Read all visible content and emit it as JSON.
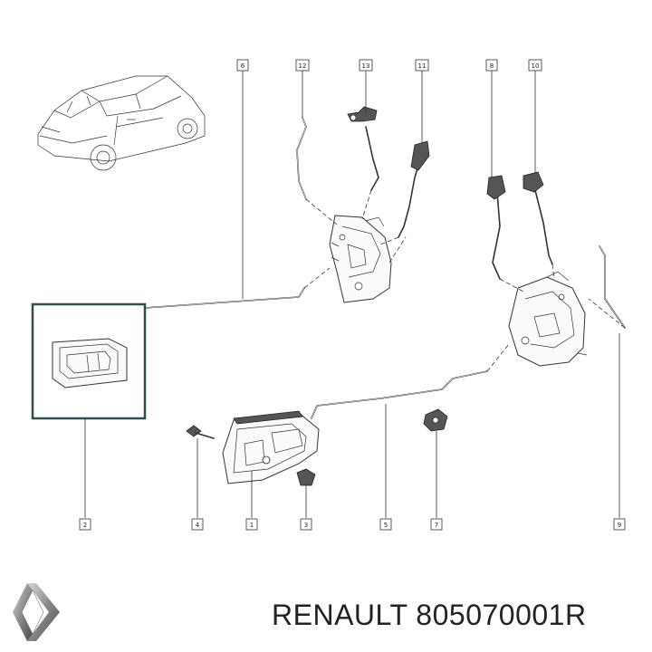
{
  "caption": "RENAULT 805070001R",
  "brand_logo": "renault-diamond-logo",
  "colors": {
    "highlight_frame": "#2f4f4f",
    "line": "#333333"
  },
  "callouts": [
    {
      "id": "c1",
      "num": "1"
    },
    {
      "id": "c2",
      "num": "2"
    },
    {
      "id": "c3",
      "num": "3"
    },
    {
      "id": "c4",
      "num": "4"
    },
    {
      "id": "c5",
      "num": "5"
    },
    {
      "id": "c6",
      "num": "6"
    },
    {
      "id": "c7",
      "num": "7"
    },
    {
      "id": "c8",
      "num": "8"
    },
    {
      "id": "c9",
      "num": "9"
    },
    {
      "id": "c10",
      "num": "10"
    },
    {
      "id": "c11",
      "num": "11"
    },
    {
      "id": "c12",
      "num": "12"
    },
    {
      "id": "c13",
      "num": "13"
    }
  ]
}
